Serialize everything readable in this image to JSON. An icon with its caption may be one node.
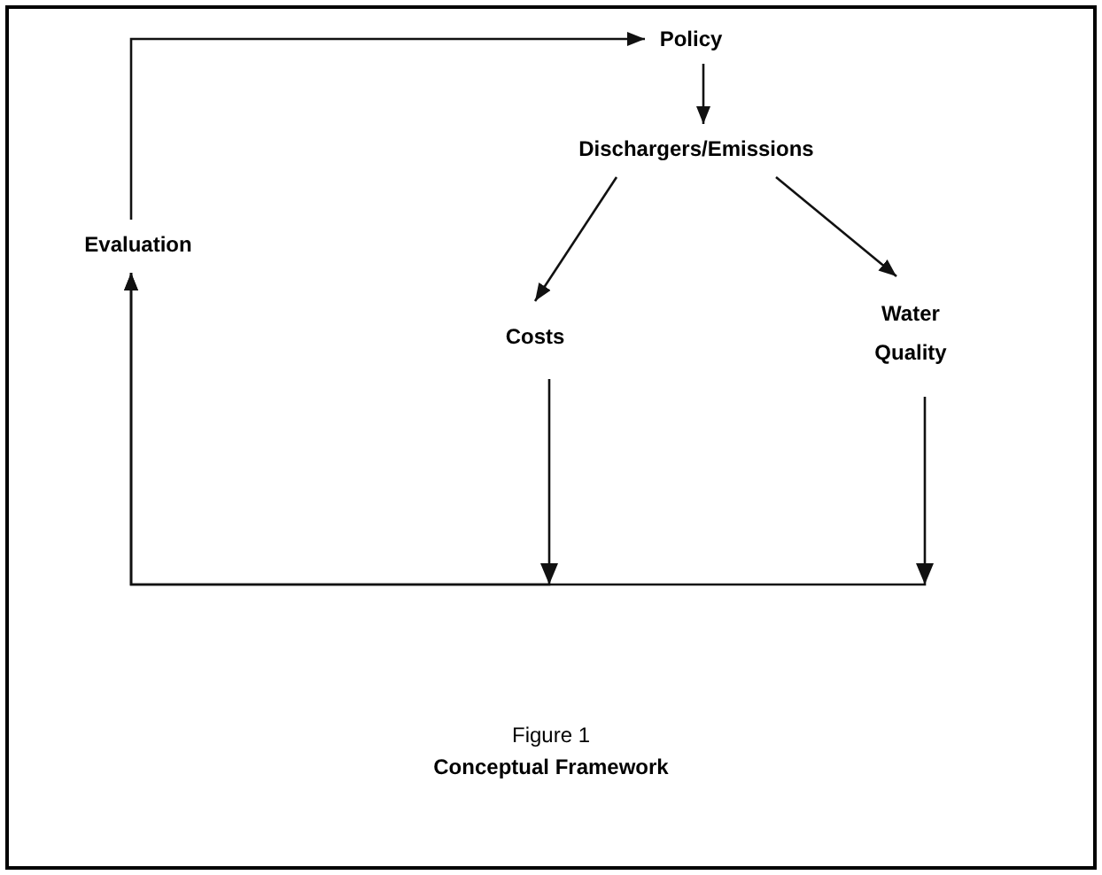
{
  "diagram": {
    "caption": "Conceptual Framework",
    "nodes": [
      {
        "text": [
          "Policy"
        ]
      },
      {
        "text": [
          "Dischargers/Emissions"
        ]
      },
      {
        "text": [
          "Evaluation"
        ]
      },
      {
        "text": [
          "Costs"
        ]
      },
      {
        "text": [
          "Water Quality"
        ]
      }
    ],
    "edges": [
      {
        "from": 2,
        "to": 0,
        "arrow": "to"
      },
      {
        "from": 0,
        "to": 1,
        "arrow": "to"
      },
      {
        "from": 1,
        "to": 3,
        "arrow": "to"
      },
      {
        "from": 1,
        "to": 4,
        "arrow": "to"
      },
      {
        "from": 3,
        "to": 2,
        "arrow": "to"
      },
      {
        "from": 4,
        "to": 2,
        "arrow": "to"
      }
    ],
    "labels": [
      "Figure 1"
    ]
  }
}
